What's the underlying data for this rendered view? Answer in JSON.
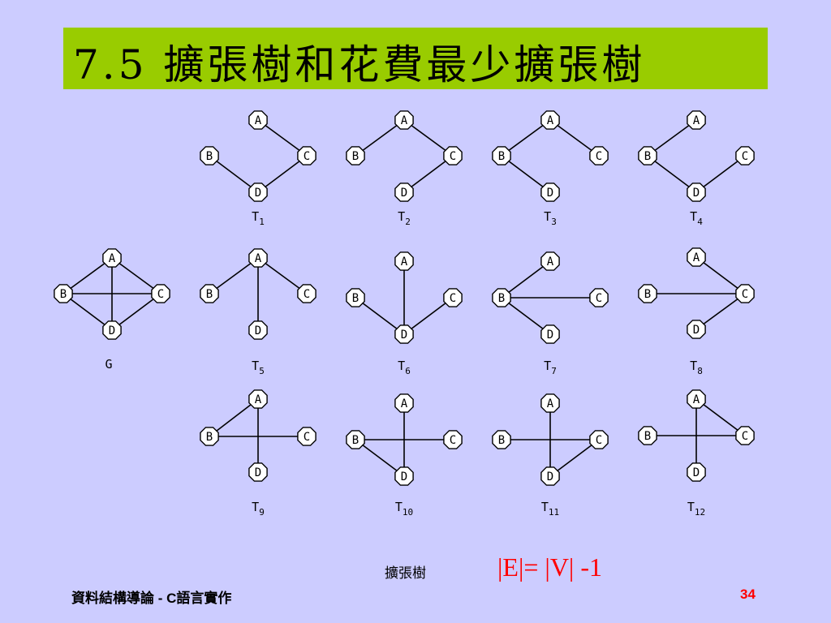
{
  "title": "7.5 擴張樹和花費最少擴張樹",
  "nodes": [
    "A",
    "B",
    "C",
    "D"
  ],
  "graphs": [
    {
      "label": "T",
      "sub": "1",
      "edges": [
        [
          "A",
          "C"
        ],
        [
          "B",
          "D"
        ],
        [
          "C",
          "D"
        ]
      ]
    },
    {
      "label": "T",
      "sub": "2",
      "edges": [
        [
          "A",
          "B"
        ],
        [
          "A",
          "C"
        ],
        [
          "C",
          "D"
        ]
      ]
    },
    {
      "label": "T",
      "sub": "3",
      "edges": [
        [
          "A",
          "B"
        ],
        [
          "A",
          "C"
        ],
        [
          "B",
          "D"
        ]
      ]
    },
    {
      "label": "T",
      "sub": "4",
      "edges": [
        [
          "A",
          "B"
        ],
        [
          "B",
          "D"
        ],
        [
          "C",
          "D"
        ]
      ]
    },
    {
      "label": "G",
      "sub": "",
      "edges": [
        [
          "A",
          "B"
        ],
        [
          "A",
          "C"
        ],
        [
          "A",
          "D"
        ],
        [
          "B",
          "C"
        ],
        [
          "B",
          "D"
        ],
        [
          "C",
          "D"
        ]
      ]
    },
    {
      "label": "T",
      "sub": "5",
      "edges": [
        [
          "A",
          "B"
        ],
        [
          "A",
          "C"
        ],
        [
          "A",
          "D"
        ]
      ]
    },
    {
      "label": "T",
      "sub": "6",
      "edges": [
        [
          "A",
          "D"
        ],
        [
          "B",
          "D"
        ],
        [
          "C",
          "D"
        ]
      ]
    },
    {
      "label": "T",
      "sub": "7",
      "edges": [
        [
          "A",
          "B"
        ],
        [
          "B",
          "C"
        ],
        [
          "B",
          "D"
        ]
      ]
    },
    {
      "label": "T",
      "sub": "8",
      "edges": [
        [
          "A",
          "C"
        ],
        [
          "B",
          "C"
        ],
        [
          "C",
          "D"
        ]
      ]
    },
    {
      "label": "T",
      "sub": "9",
      "edges": [
        [
          "A",
          "B"
        ],
        [
          "A",
          "D"
        ],
        [
          "B",
          "C"
        ]
      ]
    },
    {
      "label": "T",
      "sub": "10",
      "edges": [
        [
          "A",
          "D"
        ],
        [
          "B",
          "C"
        ],
        [
          "B",
          "D"
        ]
      ]
    },
    {
      "label": "T",
      "sub": "11",
      "edges": [
        [
          "A",
          "D"
        ],
        [
          "B",
          "C"
        ],
        [
          "C",
          "D"
        ]
      ]
    },
    {
      "label": "T",
      "sub": "12",
      "edges": [
        [
          "A",
          "C"
        ],
        [
          "A",
          "D"
        ],
        [
          "B",
          "C"
        ]
      ]
    }
  ],
  "note": "擴張樹",
  "formula": "|E|= |V| -1",
  "footer": "資料結構導論 - C語言實作",
  "page_number": "34",
  "colors": {
    "background": "#ccccff",
    "title_bar": "#99cc00",
    "formula": "#ff0000",
    "page_number": "#ff0000"
  }
}
